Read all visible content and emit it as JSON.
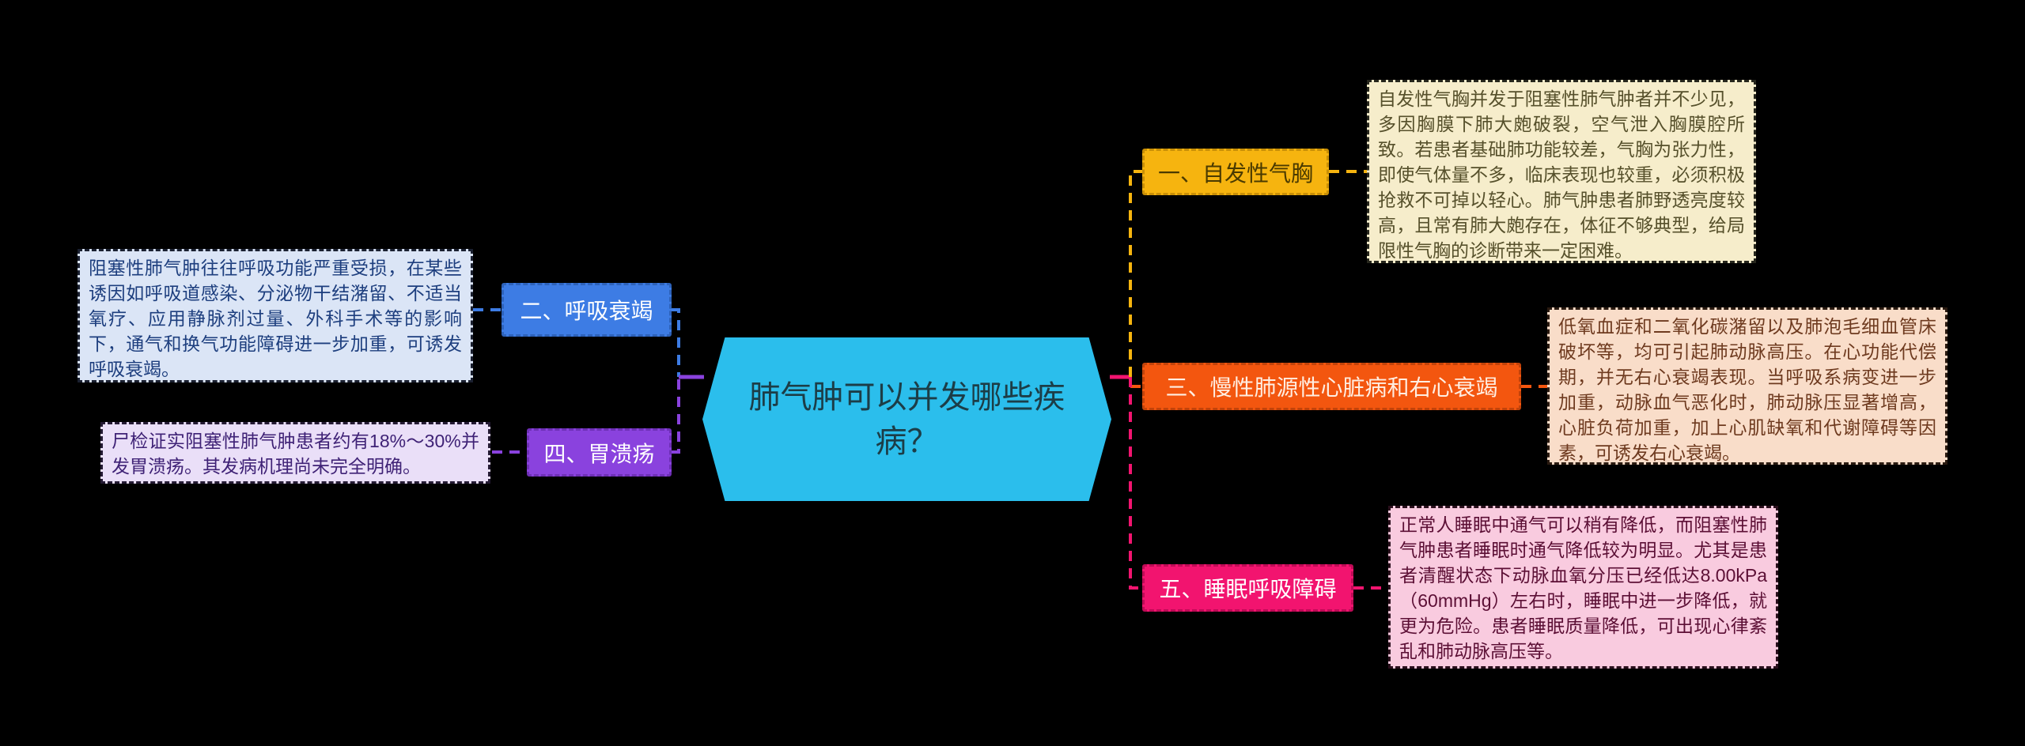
{
  "diagram": {
    "central": {
      "label": "肺气肿可以并发哪些疾病？"
    },
    "branches": [
      {
        "id": "spontaneous-pneumothorax",
        "label": "一、自发性气胸",
        "note": "自发性气胸并发于阻塞性肺气肿者并不少见，多因胸膜下肺大皰破裂，空气泄入胸膜腔所致。若患者基础肺功能较差，气胸为张力性，即使气体量不多，临床表现也较重，必须积极抢救不可掉以轻心。肺气肿患者肺野透亮度较高，且常有肺大皰存在，体征不够典型，给局限性气胸的诊断带来一定困难。",
        "node_color": "#F6B40F",
        "note_color": "#F6EDCB"
      },
      {
        "id": "respiratory-failure",
        "label": "二、呼吸衰竭",
        "note": "阻塞性肺气肿往往呼吸功能严重受损，在某些诱因如呼吸道感染、分泌物干结潴留、不适当氧疗、应用静脉剂过量、外科手术等的影响下，通气和换气功能障碍进一步加重，可诱发呼吸衰竭。",
        "node_color": "#3D7CE4",
        "note_color": "#DBE5F6"
      },
      {
        "id": "cor-pulmonale-right-heart-failure",
        "label": "三、慢性肺源性心脏病和右心衰竭",
        "note": "低氧血症和二氧化碳潴留以及肺泡毛细血管床破坏等，均可引起肺动脉高压。在心功能代偿期，并无右心衰竭表现。当呼吸系病变进一步加重，动脉血气恶化时，肺动脉压显著增高，心脏负荷加重，加上心肌缺氧和代谢障碍等因素，可诱发右心衰竭。",
        "node_color": "#F3560F",
        "note_color": "#F9DDC9"
      },
      {
        "id": "gastric-ulcer",
        "label": "四、胃溃疡",
        "note": "尸检证实阻塞性肺气肿患者约有18%～30%并发胃溃疡。其发病机理尚未完全明确。",
        "node_color": "#8A42DE",
        "note_color": "#EADFF8"
      },
      {
        "id": "sleep-breathing-disorder",
        "label": "五、睡眠呼吸障碍",
        "note": "正常人睡眠中通气可以稍有降低，而阻塞性肺气肿患者睡眠时通气降低较为明显。尤其是患者清醒状态下动脉血氧分压已经低达8.00kPa（60mmHg）左右时，睡眠中进一步降低，就更为危险。患者睡眠质量降低，可出现心律紊乱和肺动脉高压等。",
        "node_color": "#F2146F",
        "note_color": "#F9CBDF"
      }
    ],
    "colors": {
      "background": "#000000",
      "central_node": "#2BBEEC",
      "connector_blue": "#3D7CE4",
      "connector_purple": "#8A42DE",
      "connector_yellow": "#F6B40F",
      "connector_orange": "#F3560F",
      "connector_magenta": "#F2146F"
    }
  }
}
